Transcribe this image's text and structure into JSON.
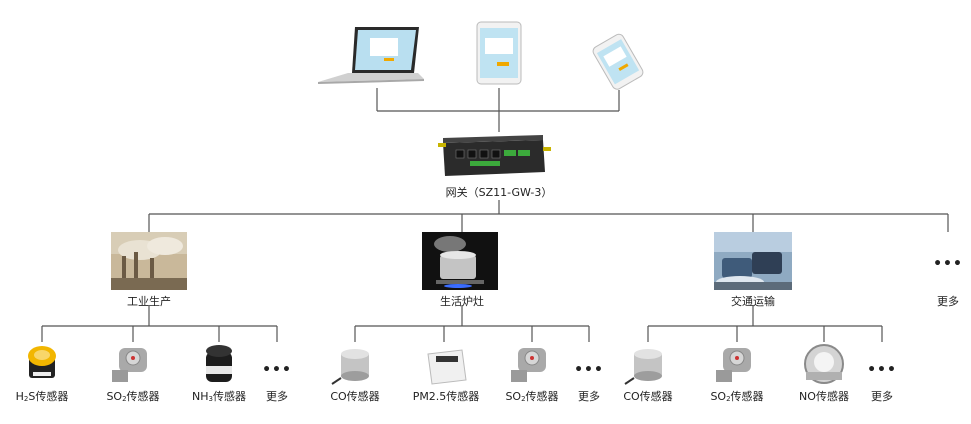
{
  "devices": {
    "laptop": "laptop-icon",
    "tablet": "tablet-icon",
    "phone": "phone-icon"
  },
  "gateway": {
    "label": "网关（SZ11-GW-3）"
  },
  "categories": [
    {
      "label": "工业生产",
      "sensors": [
        {
          "main": "H",
          "sub": "2",
          "rest": "S传感器"
        },
        {
          "main": "SO",
          "sub": "2",
          "rest": "传感器"
        },
        {
          "main": "NH",
          "sub": "3",
          "rest": "传感器"
        },
        {
          "main": "更多",
          "sub": "",
          "rest": ""
        }
      ]
    },
    {
      "label": "生活炉灶",
      "sensors": [
        {
          "main": "CO传感器",
          "sub": "",
          "rest": ""
        },
        {
          "main": "PM2.5传感器",
          "sub": "",
          "rest": ""
        },
        {
          "main": "SO",
          "sub": "2",
          "rest": "传感器"
        },
        {
          "main": "更多",
          "sub": "",
          "rest": ""
        }
      ]
    },
    {
      "label": "交通运输",
      "sensors": [
        {
          "main": "CO传感器",
          "sub": "",
          "rest": ""
        },
        {
          "main": "SO",
          "sub": "2",
          "rest": "传感器"
        },
        {
          "main": "NO传感器",
          "sub": "",
          "rest": ""
        },
        {
          "main": "更多",
          "sub": "",
          "rest": ""
        }
      ]
    },
    {
      "label": "更多"
    }
  ],
  "more_dots": "•••"
}
